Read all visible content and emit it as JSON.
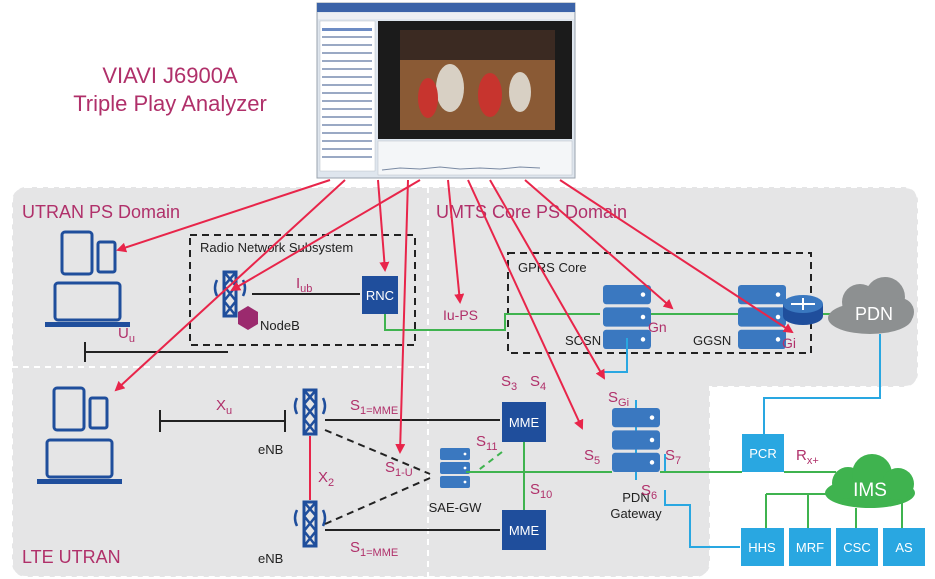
{
  "title": {
    "line1": "VIAVI J6900A",
    "line2": "Triple Play Analyzer"
  },
  "domains": {
    "utran": "UTRAN PS Domain",
    "umts_core": "UMTS Core PS Domain",
    "lte": "LTE UTRAN"
  },
  "subsystems": {
    "rns": "Radio Network Subsystem",
    "gprs_core": "GPRS Core"
  },
  "nodes": {
    "rnc": "RNC",
    "nodeb": "NodeB",
    "sgsn": "SCSN",
    "ggsn": "GGSN",
    "pdn_cloud": "PDN",
    "enb_top": "eNB",
    "enb_bottom": "eNB",
    "mme_top": "MME",
    "mme_bottom": "MME",
    "sae_gw": "SAE-GW",
    "pdn_gw_line1": "PDN",
    "pdn_gw_line2": "Gateway",
    "pcr": "PCR",
    "ims": "IMS",
    "hhs": "HHS",
    "mrf": "MRF",
    "csc": "CSC",
    "as": "AS"
  },
  "interfaces": {
    "iub": {
      "base": "I",
      "sub": "ub"
    },
    "uu": {
      "base": "U",
      "sub": "u"
    },
    "xu": {
      "base": "X",
      "sub": "u"
    },
    "x2": {
      "base": "X",
      "sub": "2"
    },
    "iu_ps": "Iu-PS",
    "gn": "Gn",
    "gi": "Gi",
    "s1_mme_top": {
      "base": "S",
      "sub": "1=MME"
    },
    "s1_mme_bottom": {
      "base": "S",
      "sub": "1=MME"
    },
    "s1_u": {
      "base": "S",
      "sub": "1-U"
    },
    "s3": {
      "base": "S",
      "sub": "3"
    },
    "s4": {
      "base": "S",
      "sub": "4"
    },
    "s5": {
      "base": "S",
      "sub": "5"
    },
    "s6": {
      "base": "S",
      "sub": "6"
    },
    "s7": {
      "base": "S",
      "sub": "7"
    },
    "s10": {
      "base": "S",
      "sub": "10"
    },
    "s11": {
      "base": "S",
      "sub": "11"
    },
    "sgi": {
      "base": "S",
      "sub": "Gi"
    },
    "rx": {
      "base": "R",
      "sub": "x+"
    }
  },
  "colors": {
    "probe_arrow": "#e8254a",
    "label_magenta": "#b0306a",
    "node_blue": "#1f4e9c",
    "server_blue": "#3a78c0",
    "cyan_link": "#29a7e1",
    "green_link": "#3fb34f",
    "domain_gray": "#e5e5e6",
    "pdn_cloud": "#8d9091",
    "ims_green": "#3fb34f",
    "device_blue": "#1f4e9c"
  }
}
